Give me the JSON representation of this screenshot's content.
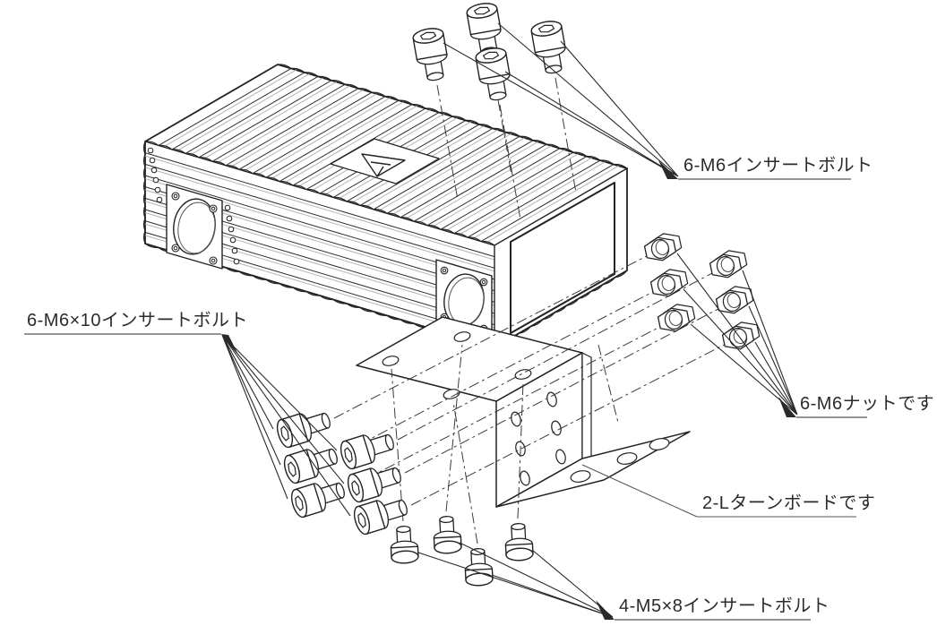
{
  "diagram": {
    "type": "exploded-assembly-drawing",
    "colors": {
      "background": "#ffffff",
      "line": "#222222",
      "text": "#2b2b2b"
    }
  },
  "callouts": {
    "top_bolts": {
      "text": "6-M6インサートボルト",
      "quantity": 6,
      "spec": "M6"
    },
    "left_bolts": {
      "text": "6-M6×10インサートボルト",
      "quantity": 6,
      "spec": "M6×10"
    },
    "nuts": {
      "text": "6-M6ナットです",
      "quantity": 6,
      "spec": "M6"
    },
    "bracket": {
      "text": "2-Lターンボードです",
      "quantity": 2,
      "spec": "L"
    },
    "bottom_bolts": {
      "text": "4-M5×8インサートボルト",
      "quantity": 4,
      "spec": "M5×8"
    }
  }
}
